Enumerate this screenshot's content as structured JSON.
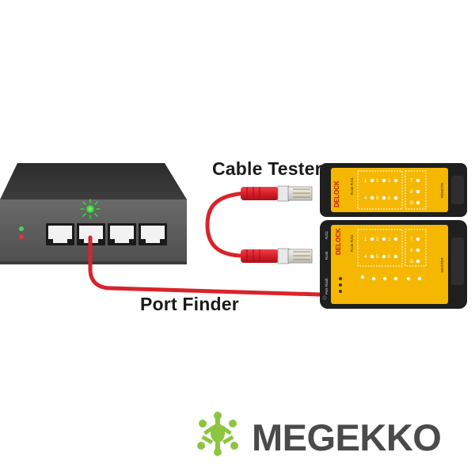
{
  "labels": {
    "cable_tester": "Cable Tester",
    "port_finder": "Port Finder"
  },
  "devices": {
    "remote_unit": {
      "brand": "DELOCK",
      "model": "RJ45 RJ11",
      "role": "REMOTE",
      "pin_numbers": [
        "1",
        "2",
        "3",
        "4",
        "5",
        "6",
        "7",
        "8",
        "G"
      ]
    },
    "master_unit": {
      "brand": "DELOCK",
      "model": "RJ45 RJ11",
      "role": "MASTER",
      "jack_labels": [
        "RJ11",
        "RJ45"
      ],
      "side_label": "Port Flash",
      "pin_numbers": [
        "1",
        "2",
        "3",
        "4",
        "5",
        "6",
        "7",
        "8",
        "G"
      ]
    }
  },
  "brand": {
    "name": "MEGEKKO",
    "logo_color": "#8cc63f"
  },
  "colors": {
    "cable": "#d9232b",
    "connector_boot": "#e3202a",
    "tester_body": "#f5b700",
    "tester_frame": "#1f1f1f",
    "switch_body": "#4a4a4a",
    "status_led": "#45e04a"
  }
}
